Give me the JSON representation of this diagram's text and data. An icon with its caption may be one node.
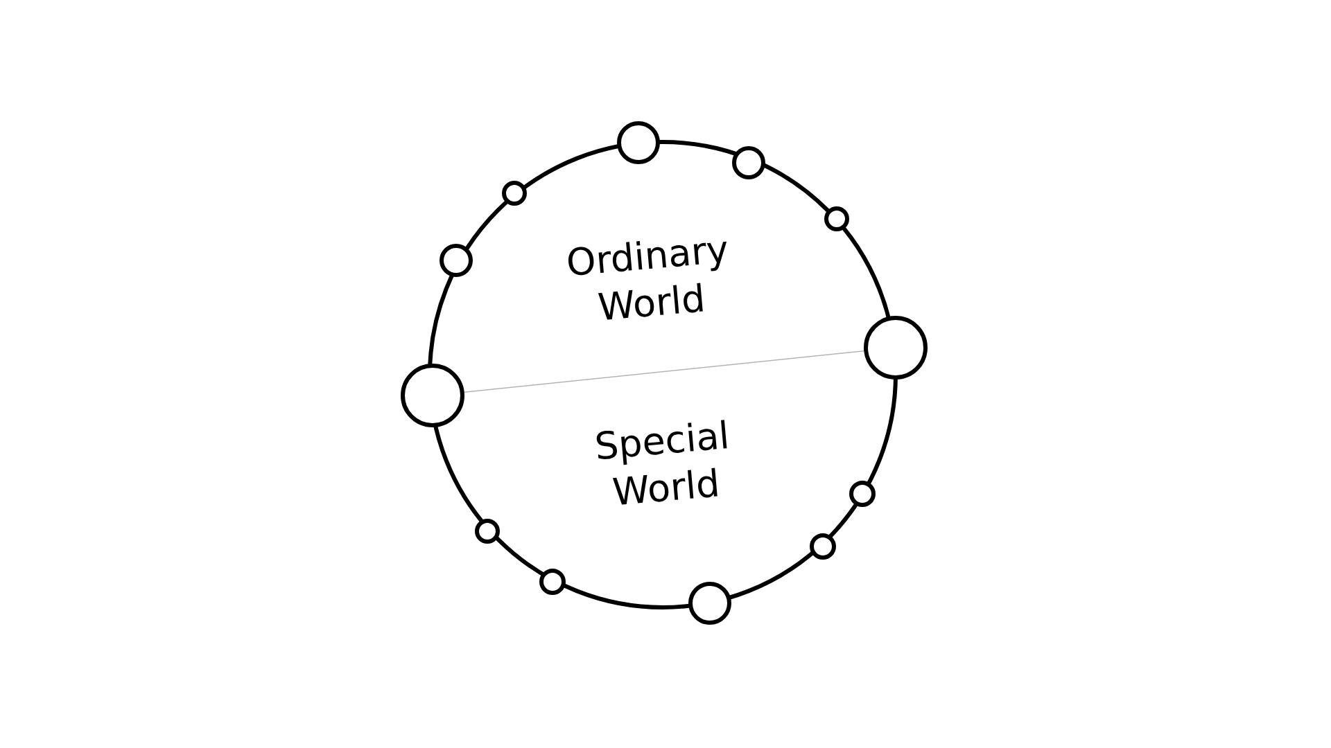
{
  "diagram": {
    "nodes": [
      {
        "text": [],
        "shape": "circle"
      },
      {
        "text": [],
        "shape": "circle"
      },
      {
        "text": [],
        "shape": "circle"
      },
      {
        "text": [],
        "shape": "circle"
      },
      {
        "text": [],
        "shape": "circle"
      },
      {
        "text": [],
        "shape": "circle"
      },
      {
        "text": [],
        "shape": "circle"
      },
      {
        "text": [],
        "shape": "circle"
      },
      {
        "text": [],
        "shape": "circle"
      },
      {
        "text": [],
        "shape": "circle"
      },
      {
        "text": [],
        "shape": "circle"
      },
      {
        "text": [],
        "shape": "circle"
      }
    ],
    "edges": [
      {
        "from": 0,
        "to": 11,
        "arrow": "none",
        "color": "#b4b4b4"
      }
    ],
    "labels": [
      "Ordinary World",
      "Special World"
    ]
  }
}
